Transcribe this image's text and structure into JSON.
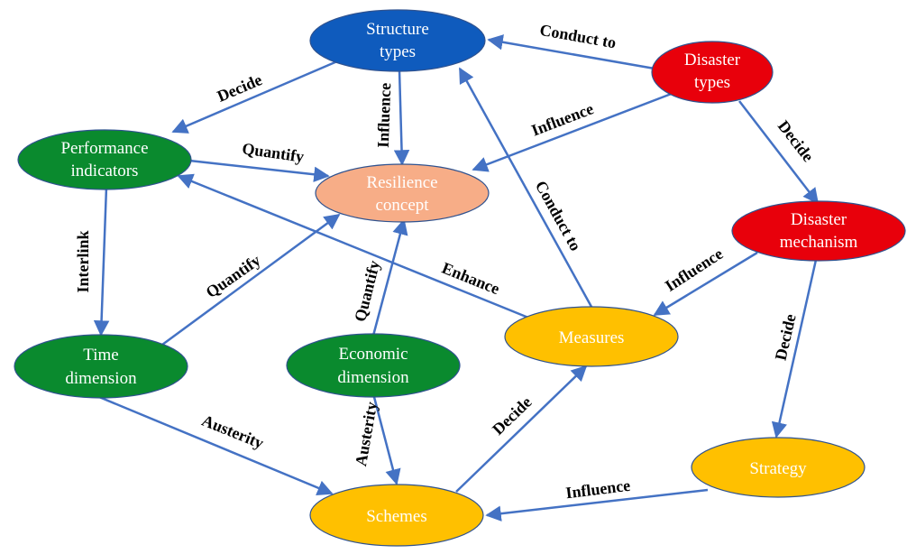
{
  "nodes": {
    "structure_types": {
      "line1": "Structure",
      "line2": "types",
      "color": "#0f5bbd"
    },
    "disaster_types": {
      "line1": "Disaster",
      "line2": "types",
      "color": "#e8000b"
    },
    "performance_indicators": {
      "line1": "Performance",
      "line2": "indicators",
      "color": "#0a8a2e"
    },
    "resilience_concept": {
      "line1": "Resilience",
      "line2": "concept",
      "color": "#f7ad87"
    },
    "disaster_mechanism": {
      "line1": "Disaster",
      "line2": "mechanism",
      "color": "#e8000b"
    },
    "time_dimension": {
      "line1": "Time",
      "line2": "dimension",
      "color": "#0a8a2e"
    },
    "economic_dimension": {
      "line1": "Economic",
      "line2": "dimension",
      "color": "#0a8a2e"
    },
    "measures": {
      "line1": "Measures",
      "color": "#ffc000"
    },
    "strategy": {
      "line1": "Strategy",
      "color": "#ffc000"
    },
    "schemes": {
      "line1": "Schemes",
      "color": "#ffc000"
    }
  },
  "edges": {
    "disaster_to_structure": "Conduct to",
    "structure_to_performance": "Decide",
    "structure_to_resilience": "Influence",
    "disaster_to_resilience": "Influence",
    "disaster_to_mechanism": "Decide",
    "performance_to_resilience": "Quantify",
    "performance_to_time": "Interlink",
    "time_to_resilience": "Quantify",
    "economic_to_resilience": "Quantify",
    "measures_to_structure": "Conduct to",
    "measures_to_performance": "Enhance",
    "mechanism_to_measures": "Influence",
    "mechanism_to_strategy": "Decide",
    "time_to_schemes": "Austerity",
    "economic_to_schemes": "Austerity",
    "schemes_to_measures": "Decide",
    "strategy_to_schemes": "Influence"
  },
  "colors": {
    "edge": "#4472c4",
    "label": "#000000"
  }
}
